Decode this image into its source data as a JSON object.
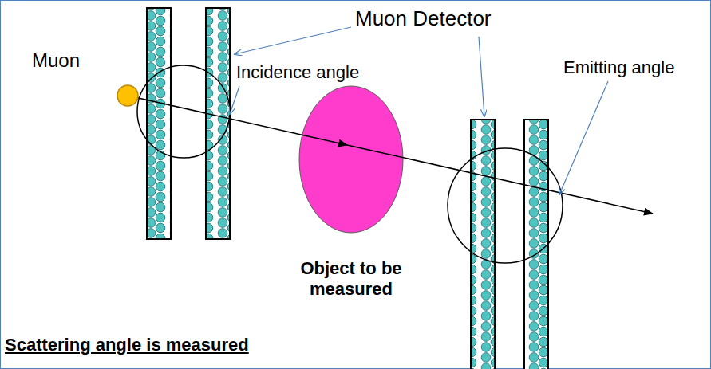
{
  "diagram": {
    "labels": [
      "Muon",
      "Muon Detector",
      "Incidence angle",
      "Emitting angle",
      "Object to be measured",
      "Scattering angle is measured"
    ]
  }
}
